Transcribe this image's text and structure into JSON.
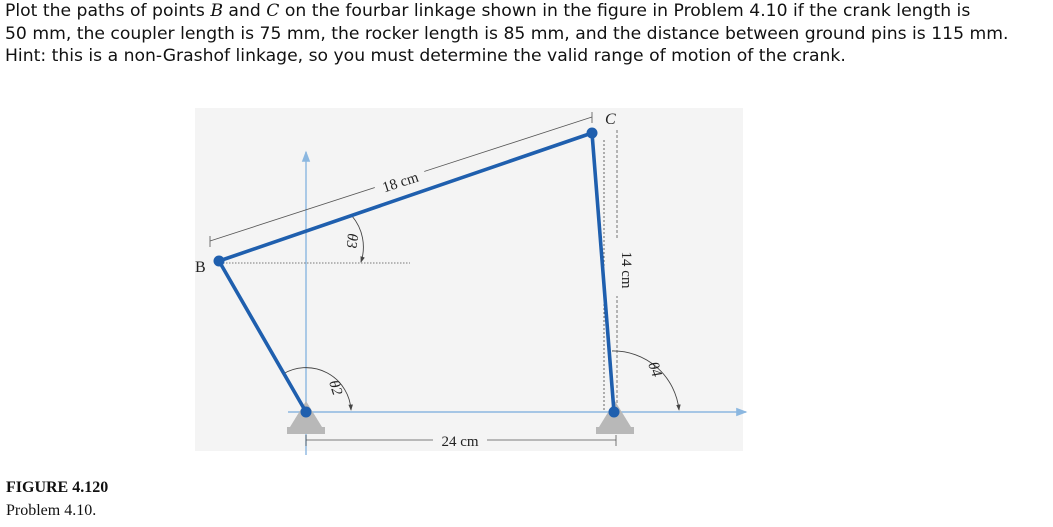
{
  "problem": {
    "line1_a": "Plot the paths of points ",
    "point_b": "B",
    "line1_b": " and ",
    "point_c": "C",
    "line1_c": " on the fourbar linkage shown in the figure in Problem 4.10 if the crank length is",
    "line2": "50 mm, the coupler length is 75 mm, the rocker length is 85 mm, and the distance between ground pins is 115 mm.",
    "line3": "Hint: this is a non-Grashof linkage, so you must determine the valid range of motion of the crank."
  },
  "figure": {
    "label_b": "B",
    "label_c": "C",
    "label_coupler": "18 cm",
    "label_ground": "24 cm",
    "label_rocker": "14 cm",
    "label_theta2": "θ2",
    "label_theta3": "θ3",
    "label_theta4": "θ4",
    "link_color": "#1f5fae",
    "joint_color": "#1f5fae",
    "ground_color": "#b8b8b8",
    "axis_color": "#8bb7e0",
    "panel_color": "#f4f4f4"
  },
  "caption": {
    "title": "FIGURE 4.120",
    "subtitle": "Problem 4.10."
  }
}
